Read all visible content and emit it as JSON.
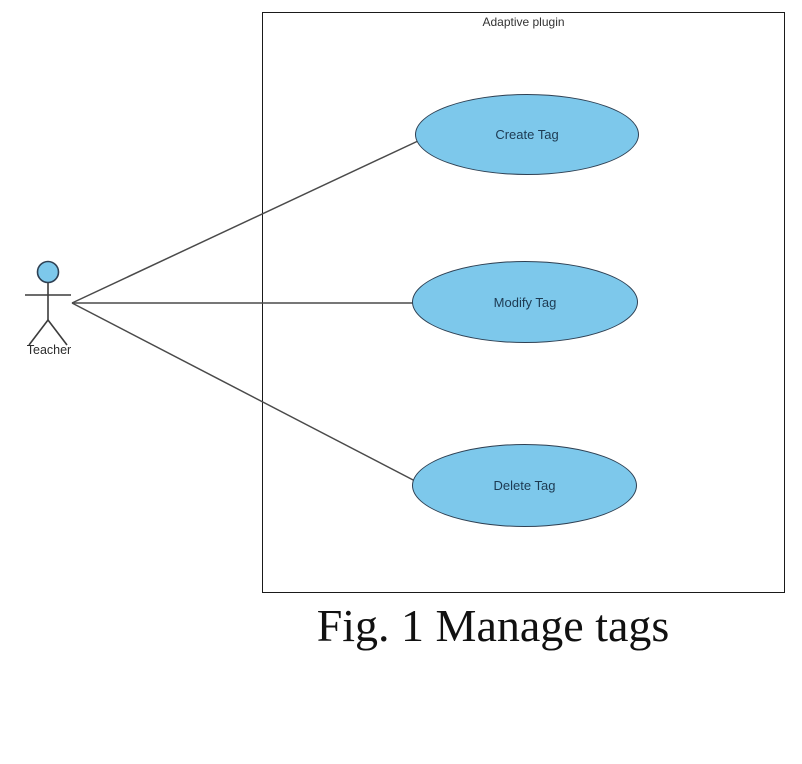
{
  "diagram": {
    "type": "uml-use-case-diagram",
    "system": {
      "label": "Adaptive plugin"
    },
    "actor": {
      "label": "Teacher",
      "icon": "stick-figure-actor-icon"
    },
    "use_cases": [
      {
        "label": "Create Tag"
      },
      {
        "label": "Modify Tag"
      },
      {
        "label": "Delete Tag"
      }
    ],
    "associations": [
      {
        "from": "Teacher",
        "to": "Create Tag"
      },
      {
        "from": "Teacher",
        "to": "Modify Tag"
      },
      {
        "from": "Teacher",
        "to": "Delete Tag"
      }
    ],
    "caption": "Fig. 1 Manage tags",
    "colors": {
      "shape_fill": "#7dc8eb",
      "shape_border": "#2e4053",
      "shape_text": "#1d3a52",
      "line": "#4a4a4a",
      "boundary_border": "#1a1a1a",
      "label_text": "#333333",
      "caption_text": "#111111"
    }
  }
}
